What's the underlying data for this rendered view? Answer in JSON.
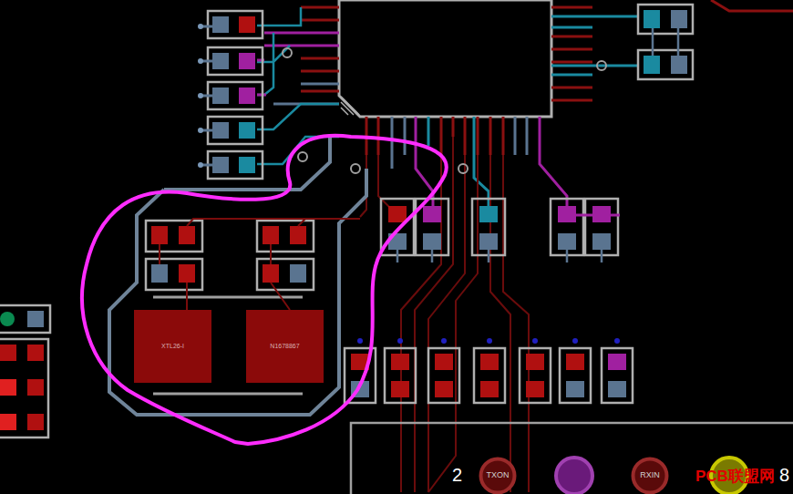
{
  "diagram": {
    "nodes": [
      {
        "text": [
          "XTL26-I"
        ]
      },
      {
        "text": [
          "N1678867"
        ]
      },
      {
        "text": [
          "TXON"
        ]
      },
      {
        "text": [
          "RXIN"
        ]
      }
    ],
    "labels": [
      "2",
      "8",
      "PCB联盟网"
    ]
  }
}
